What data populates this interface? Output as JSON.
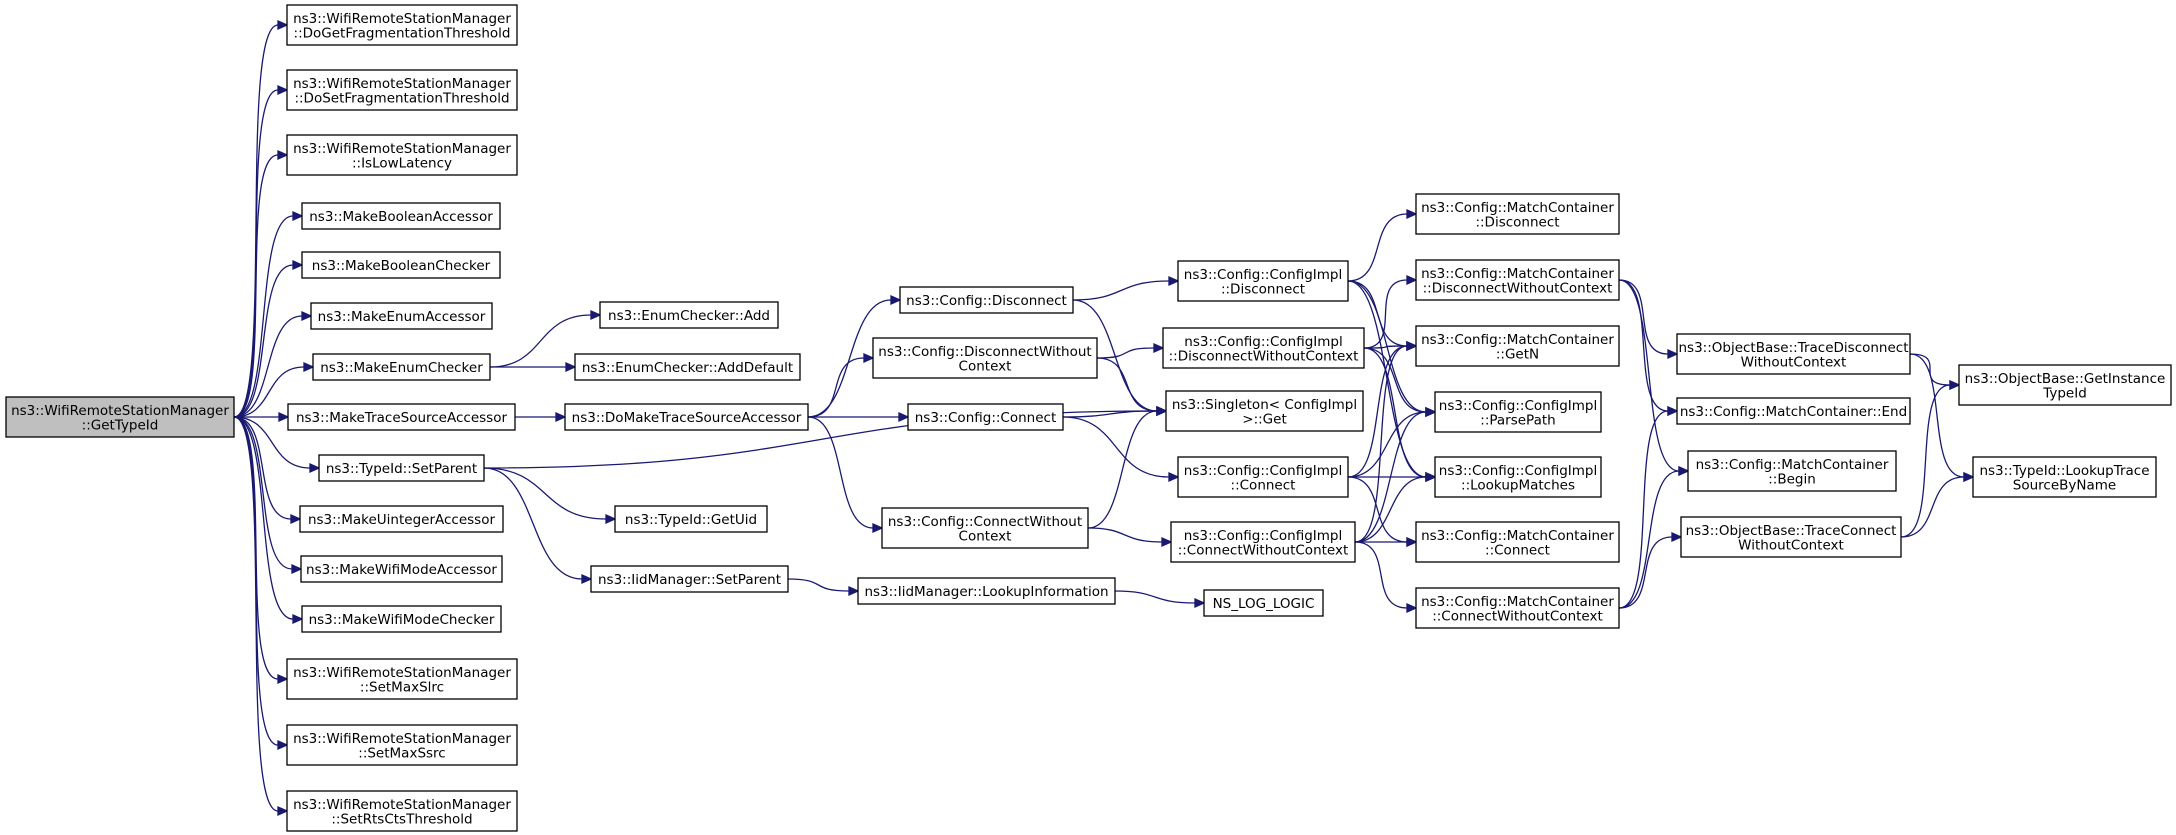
{
  "colors": {
    "edge": "#191970",
    "node_fill": "#ffffff",
    "focus_fill": "#bfbfbf",
    "border": "#000000"
  },
  "nodes": [
    {
      "id": "gettypeid",
      "focus": true,
      "lines": [
        "ns3::WifiRemoteStationManager",
        "::GetTypeId"
      ]
    },
    {
      "id": "dogetfrag",
      "lines": [
        "ns3::WifiRemoteStationManager",
        "::DoGetFragmentationThreshold"
      ]
    },
    {
      "id": "dosetfrag",
      "lines": [
        "ns3::WifiRemoteStationManager",
        "::DoSetFragmentationThreshold"
      ]
    },
    {
      "id": "islowlatency",
      "lines": [
        "ns3::WifiRemoteStationManager",
        "::IsLowLatency"
      ]
    },
    {
      "id": "makeboolacc",
      "lines": [
        "ns3::MakeBooleanAccessor"
      ]
    },
    {
      "id": "makeboolchk",
      "lines": [
        "ns3::MakeBooleanChecker"
      ]
    },
    {
      "id": "makeenumacc",
      "lines": [
        "ns3::MakeEnumAccessor"
      ]
    },
    {
      "id": "makeenumchk",
      "lines": [
        "ns3::MakeEnumChecker"
      ]
    },
    {
      "id": "maketrace",
      "lines": [
        "ns3::MakeTraceSourceAccessor"
      ]
    },
    {
      "id": "setparent",
      "lines": [
        "ns3::TypeId::SetParent"
      ]
    },
    {
      "id": "makeuint",
      "lines": [
        "ns3::MakeUintegerAccessor"
      ]
    },
    {
      "id": "makewifiacc",
      "lines": [
        "ns3::MakeWifiModeAccessor"
      ]
    },
    {
      "id": "makewifichk",
      "lines": [
        "ns3::MakeWifiModeChecker"
      ]
    },
    {
      "id": "setmaxslrc",
      "lines": [
        "ns3::WifiRemoteStationManager",
        "::SetMaxSlrc"
      ]
    },
    {
      "id": "setmaxssrc",
      "lines": [
        "ns3::WifiRemoteStationManager",
        "::SetMaxSsrc"
      ]
    },
    {
      "id": "setrts",
      "lines": [
        "ns3::WifiRemoteStationManager",
        "::SetRtsCtsThreshold"
      ]
    },
    {
      "id": "enumadd",
      "lines": [
        "ns3::EnumChecker::Add"
      ]
    },
    {
      "id": "enumadddef",
      "lines": [
        "ns3::EnumChecker::AddDefault"
      ]
    },
    {
      "id": "domaketrace",
      "lines": [
        "ns3::DoMakeTraceSourceAccessor"
      ]
    },
    {
      "id": "getuid",
      "lines": [
        "ns3::TypeId::GetUid"
      ]
    },
    {
      "id": "iidsetparent",
      "lines": [
        "ns3::IidManager::SetParent"
      ]
    },
    {
      "id": "cfgdisconnect",
      "lines": [
        "ns3::Config::Disconnect"
      ]
    },
    {
      "id": "cfgdiscwo",
      "lines": [
        "ns3::Config::DisconnectWithout",
        "Context"
      ]
    },
    {
      "id": "cfgconnect",
      "lines": [
        "ns3::Config::Connect"
      ]
    },
    {
      "id": "cfgconnwo",
      "lines": [
        "ns3::Config::ConnectWithout",
        "Context"
      ]
    },
    {
      "id": "iidlookup",
      "lines": [
        "ns3::IidManager::LookupInformation"
      ]
    },
    {
      "id": "cimpldisc",
      "lines": [
        "ns3::Config::ConfigImpl",
        "::Disconnect"
      ]
    },
    {
      "id": "cimpldiscwo",
      "lines": [
        "ns3::Config::ConfigImpl",
        "::DisconnectWithoutContext"
      ]
    },
    {
      "id": "singleton",
      "lines": [
        "ns3::Singleton< ConfigImpl",
        ">::Get"
      ]
    },
    {
      "id": "cimplconn",
      "lines": [
        "ns3::Config::ConfigImpl",
        "::Connect"
      ]
    },
    {
      "id": "cimplconnwo",
      "lines": [
        "ns3::Config::ConfigImpl",
        "::ConnectWithoutContext"
      ]
    },
    {
      "id": "nslog",
      "lines": [
        "NS_LOG_LOGIC"
      ]
    },
    {
      "id": "mcdisc",
      "lines": [
        "ns3::Config::MatchContainer",
        "::Disconnect"
      ]
    },
    {
      "id": "mcdiscwo",
      "lines": [
        "ns3::Config::MatchContainer",
        "::DisconnectWithoutContext"
      ]
    },
    {
      "id": "mcgetn",
      "lines": [
        "ns3::Config::MatchContainer",
        "::GetN"
      ]
    },
    {
      "id": "cimplparse",
      "lines": [
        "ns3::Config::ConfigImpl",
        "::ParsePath"
      ]
    },
    {
      "id": "cimpllookup",
      "lines": [
        "ns3::Config::ConfigImpl",
        "::LookupMatches"
      ]
    },
    {
      "id": "mcconn",
      "lines": [
        "ns3::Config::MatchContainer",
        "::Connect"
      ]
    },
    {
      "id": "mcconnwo",
      "lines": [
        "ns3::Config::MatchContainer",
        "::ConnectWithoutContext"
      ]
    },
    {
      "id": "obtracedisc",
      "lines": [
        "ns3::ObjectBase::TraceDisconnect",
        "WithoutContext"
      ]
    },
    {
      "id": "mcend",
      "lines": [
        "ns3::Config::MatchContainer::End"
      ]
    },
    {
      "id": "mcbegin",
      "lines": [
        "ns3::Config::MatchContainer",
        "::Begin"
      ]
    },
    {
      "id": "obtraceconn",
      "lines": [
        "ns3::ObjectBase::TraceConnect",
        "WithoutContext"
      ]
    },
    {
      "id": "obgetinst",
      "lines": [
        "ns3::ObjectBase::GetInstance",
        "TypeId"
      ]
    },
    {
      "id": "lookuptrace",
      "lines": [
        "ns3::TypeId::LookupTrace",
        "SourceByName"
      ]
    }
  ]
}
